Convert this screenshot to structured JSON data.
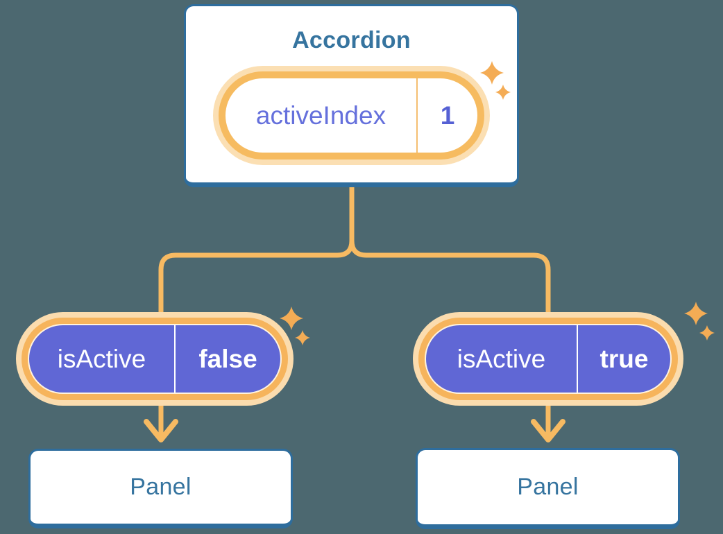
{
  "diagram": {
    "root": {
      "title": "Accordion",
      "state_pill": {
        "label": "activeIndex",
        "value": "1"
      }
    },
    "branches": [
      {
        "prop_pill": {
          "label": "isActive",
          "value": "false"
        },
        "panel_title": "Panel"
      },
      {
        "prop_pill": {
          "label": "isActive",
          "value": "true"
        },
        "panel_title": "Panel"
      }
    ]
  },
  "icons": {
    "sparkles": "sparkles-icon",
    "arrow_down": "arrow-down-icon"
  },
  "colors": {
    "background": "#4C6870",
    "connector": "#F7BA62",
    "card_border": "#2E6D9D",
    "card_text": "#36749F",
    "pill_fill": "#6067D5",
    "pill_ring": "#F6B45C",
    "pill_glow": "#FBDCAE",
    "state_label": "#6570DC",
    "state_value": "#5560D4",
    "sparkle": "#F4AC55"
  }
}
